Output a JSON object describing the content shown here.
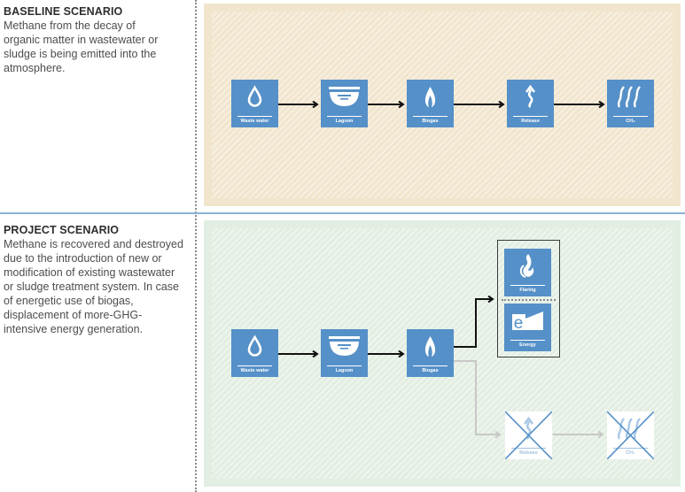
{
  "baseline": {
    "title": "BASELINE SCENARIO",
    "description": "Methane from the decay of organic matter in wastewater or sludge is being emitted into the atmosphere.",
    "flow": [
      {
        "label": "Waste water",
        "icon": "water-drop-icon"
      },
      {
        "label": "Lagoon",
        "icon": "lagoon-icon"
      },
      {
        "label": "Biogas",
        "icon": "flame-icon"
      },
      {
        "label": "Release",
        "icon": "release-arrow-icon"
      },
      {
        "label": "CH₄",
        "icon": "methane-waves-icon"
      }
    ]
  },
  "project": {
    "title": "PROJECT SCENARIO",
    "description": "Methane is recovered and destroyed due to the introduction of new or modification of existing wastewater or sludge treatment system.  In case of energetic use of biogas, displacement of more-GHG-intensive energy generation.",
    "flow": [
      {
        "label": "Waste water",
        "icon": "water-drop-icon"
      },
      {
        "label": "Lagoon",
        "icon": "lagoon-icon"
      },
      {
        "label": "Biogas",
        "icon": "flame-icon"
      }
    ],
    "outcomes": [
      {
        "label": "Flaring",
        "icon": "flaring-icon"
      },
      {
        "label": "Energy",
        "icon": "energy-icon"
      }
    ],
    "avoided": [
      {
        "label": "Release",
        "icon": "release-arrow-icon",
        "status": "crossed-out"
      },
      {
        "label": "CH₄",
        "icon": "methane-waves-icon",
        "status": "crossed-out"
      }
    ]
  },
  "colors": {
    "node_blue": "#5590c8",
    "baseline_bg": "#f1e5cd",
    "project_bg": "#e3eee3",
    "divider_blue": "#8db2d6",
    "cross_blue": "#5590c8"
  }
}
